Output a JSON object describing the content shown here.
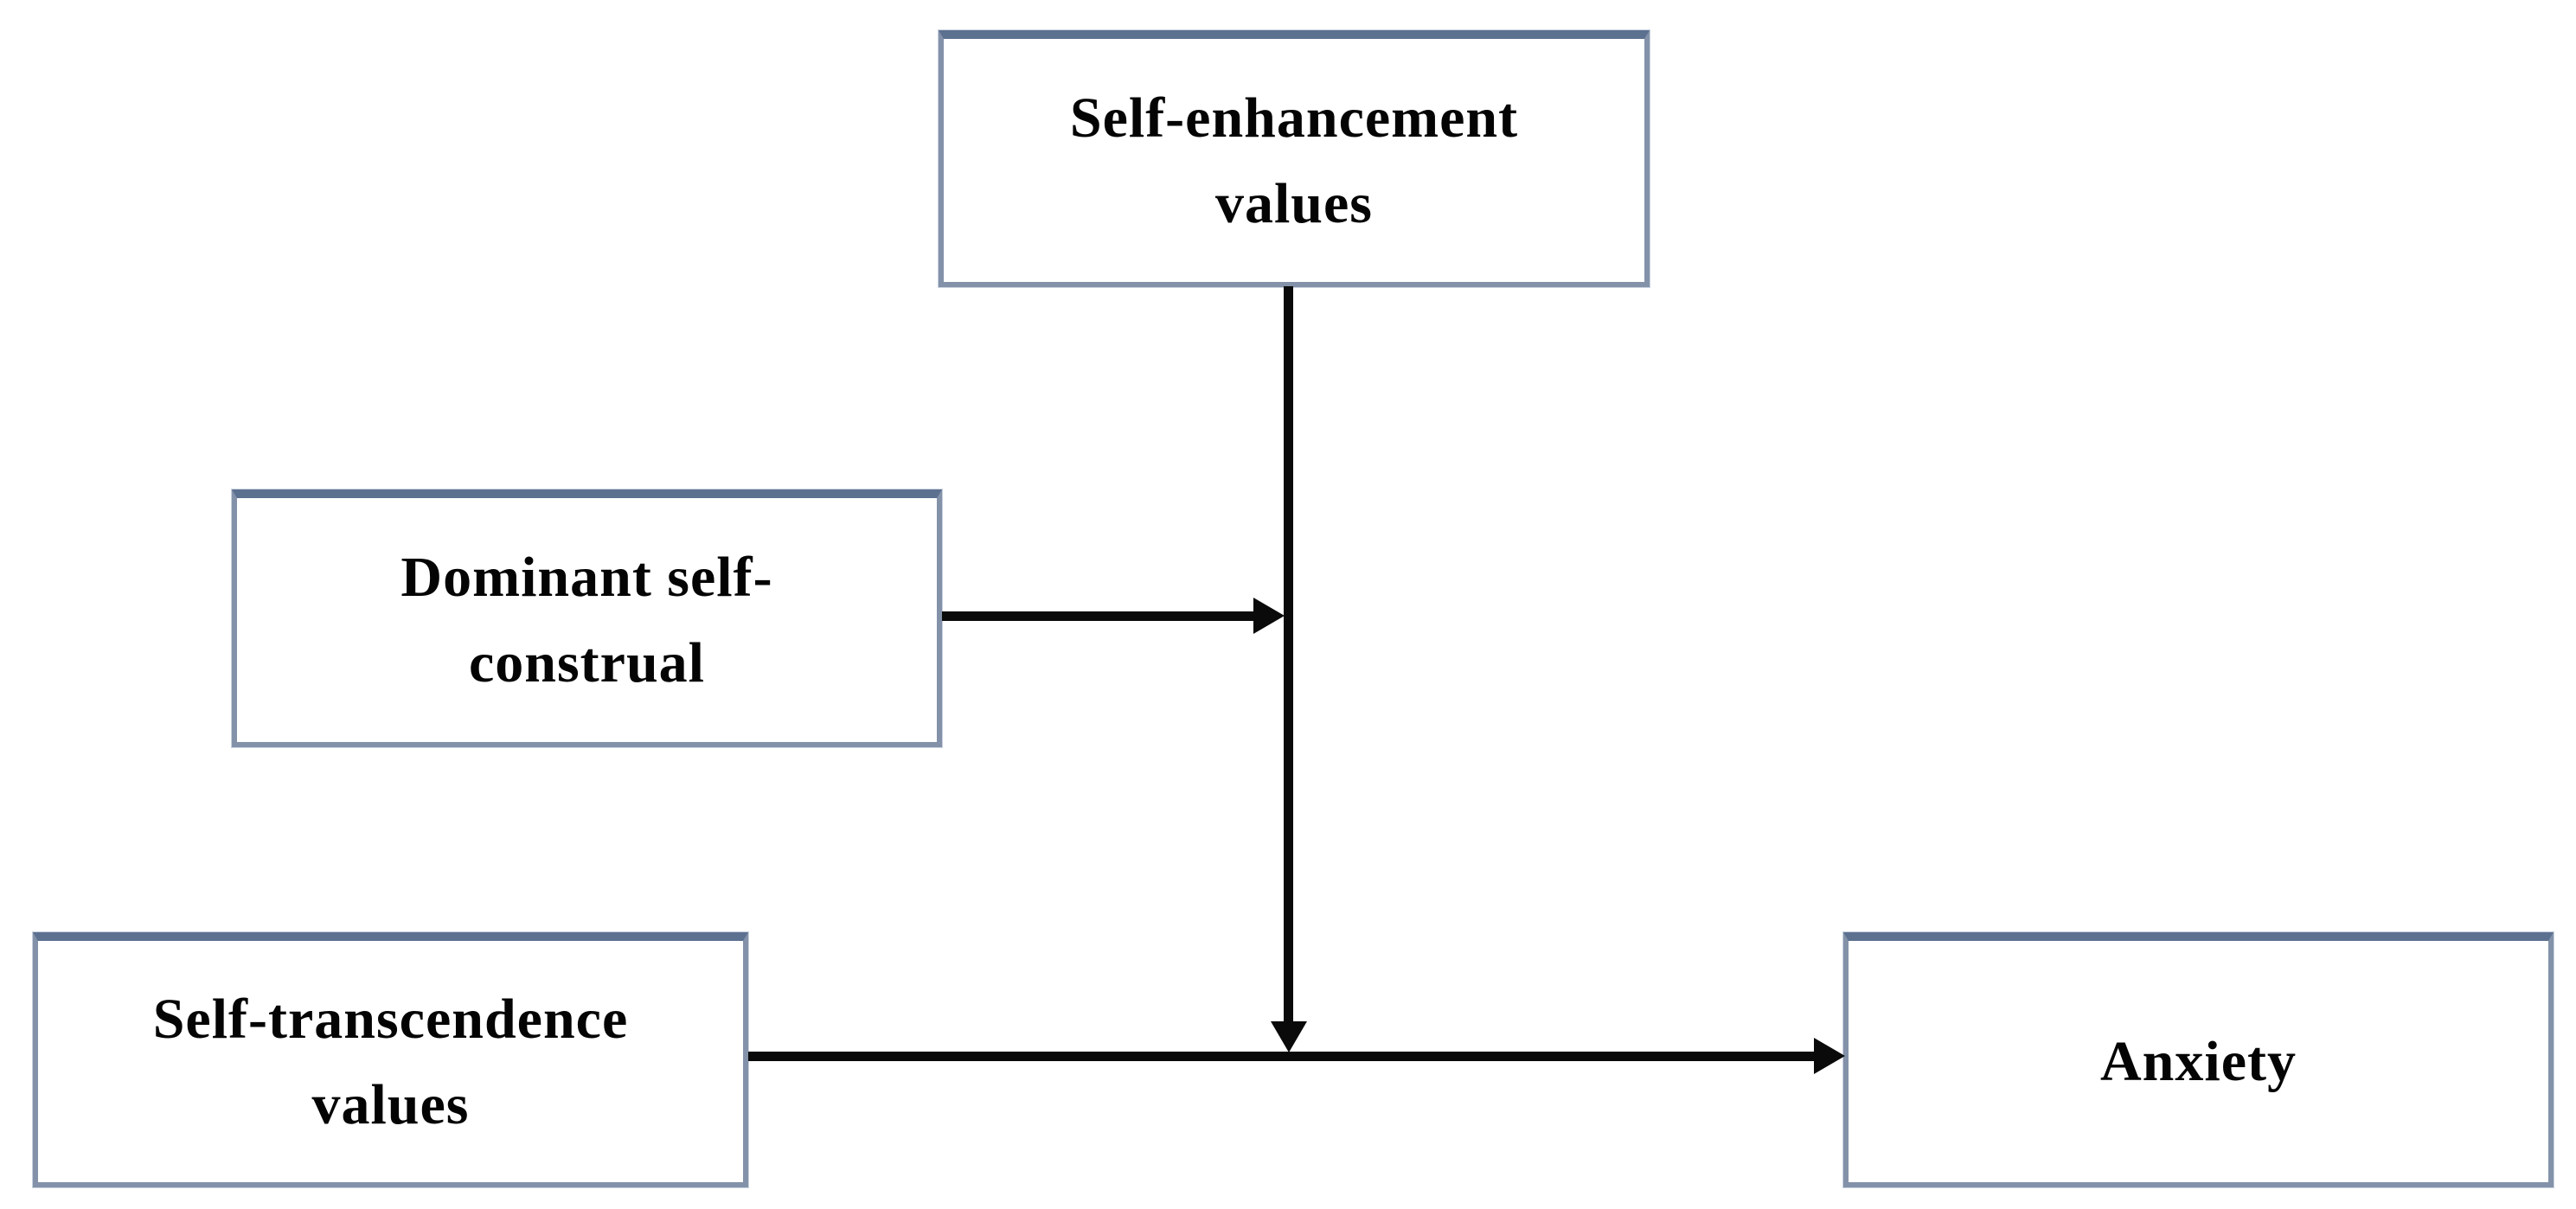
{
  "diagram_type": "moderation-path-model",
  "nodes": [
    {
      "id": "self-enhancement-values",
      "label_line1": "Self-enhancement",
      "label_line2": "values"
    },
    {
      "id": "dominant-self-construal",
      "label_line1": "Dominant self-",
      "label_line2": "construal"
    },
    {
      "id": "self-transcendence-values",
      "label_line1": "Self-transcendence",
      "label_line2": "values"
    },
    {
      "id": "anxiety",
      "label_line1": "Anxiety"
    }
  ],
  "edges": [
    {
      "id": "self-enhancement-to-main-path",
      "from": "self-enhancement-values",
      "to": "self-transcendence-to-anxiety-path",
      "direction": "down"
    },
    {
      "id": "dominant-to-moderation-line",
      "from": "dominant-self-construal",
      "to": "self-enhancement-to-main-path",
      "direction": "right"
    },
    {
      "id": "self-transcendence-to-anxiety",
      "from": "self-transcendence-values",
      "to": "anxiety",
      "direction": "right"
    }
  ],
  "colors": {
    "background": "#ffffff",
    "box_fill": "#ffffff",
    "box_border": "#8392a9",
    "box_border_top": "#5c7090",
    "arrow": "#0a0a0a",
    "text": "#040404"
  }
}
